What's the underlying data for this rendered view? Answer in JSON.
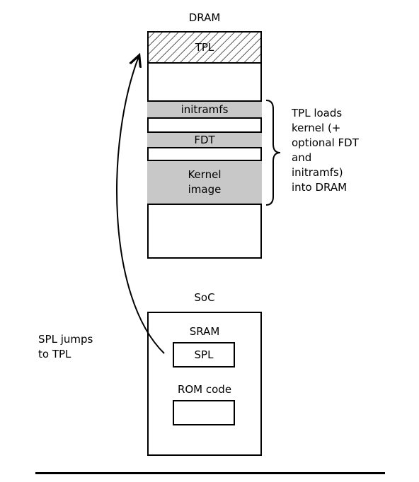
{
  "dram": {
    "title": "DRAM",
    "regions": {
      "tpl": "TPL",
      "initramfs": "initramfs",
      "fdt": "FDT",
      "kernel": [
        "Kernel",
        "image"
      ]
    }
  },
  "dram_note": [
    "TPL loads",
    "kernel (+",
    "optional FDT",
    "and",
    "initramfs)",
    "into DRAM"
  ],
  "soc": {
    "title": "SoC",
    "sram_label": "SRAM",
    "spl": "SPL",
    "rom_label": "ROM code"
  },
  "jump_note": [
    "SPL jumps",
    "to TPL"
  ],
  "colors": {
    "region_fill": "#c8c8c8",
    "line": "#000000"
  }
}
